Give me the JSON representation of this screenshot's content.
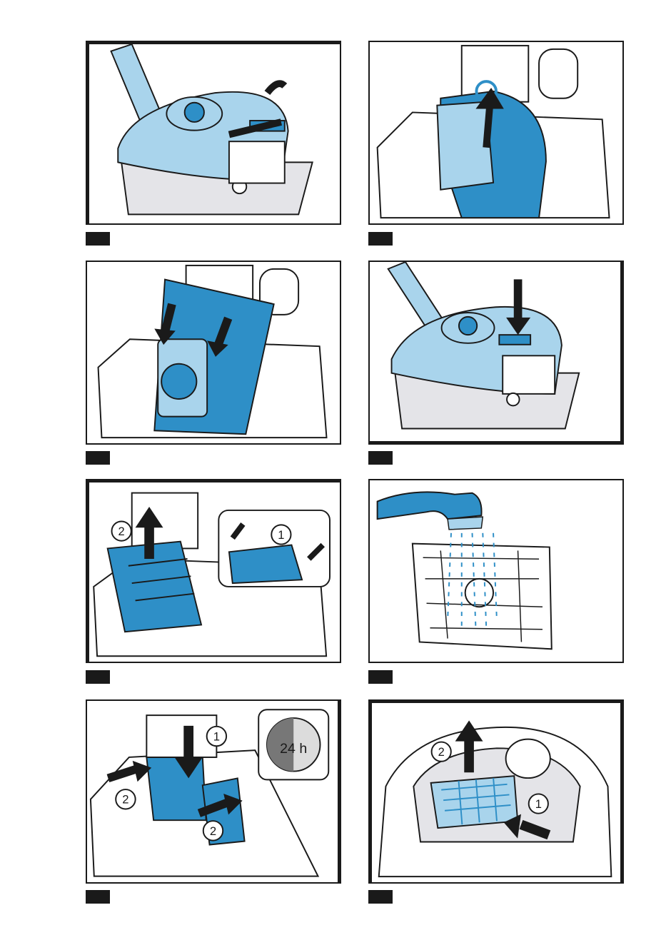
{
  "colors": {
    "blue_light": "#a9d4ec",
    "blue_dark": "#2e8fc7",
    "grey": "#e4e4e8",
    "outline": "#1a1a1a"
  },
  "panels": [
    {
      "id": "p1",
      "illustration": "vacuum-cover-open"
    },
    {
      "id": "p2",
      "illustration": "dust-bag-remove"
    },
    {
      "id": "p3",
      "illustration": "dust-bag-insert"
    },
    {
      "id": "p4",
      "illustration": "vacuum-cover-close"
    },
    {
      "id": "p5",
      "illustration": "motor-filter-remove",
      "callouts": [
        "1",
        "2"
      ]
    },
    {
      "id": "p6",
      "illustration": "motor-filter-rinse"
    },
    {
      "id": "p7",
      "illustration": "motor-filter-insert",
      "callouts": [
        "1",
        "2",
        "2"
      ],
      "dry_time": "24 h"
    },
    {
      "id": "p8",
      "illustration": "exhaust-filter-remove",
      "callouts": [
        "1",
        "2"
      ]
    }
  ],
  "labels": {
    "c1": "1",
    "c2": "2",
    "dry_time": "24 h"
  }
}
